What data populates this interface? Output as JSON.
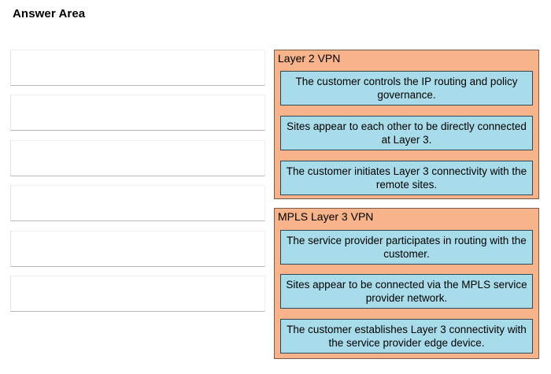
{
  "header": {
    "title": "Answer Area"
  },
  "answer_slots": [
    "",
    "",
    "",
    "",
    "",
    ""
  ],
  "groups": [
    {
      "label": "Layer 2 VPN",
      "items": [
        "The customer controls the IP routing and policy governance.",
        "Sites appear to each other to be directly connected at Layer 3.",
        "The customer initiates Layer 3 connectivity with the remote sites."
      ]
    },
    {
      "label": "MPLS Layer 3 VPN",
      "items": [
        "The service provider participates in routing with the customer.",
        "Sites appear to be connected via the MPLS service provider network.",
        "The customer establishes Layer 3 connectivity with the service provider edge device."
      ]
    }
  ],
  "colors": {
    "group_background": "#f7b38a",
    "item_background": "#a9dcea"
  }
}
